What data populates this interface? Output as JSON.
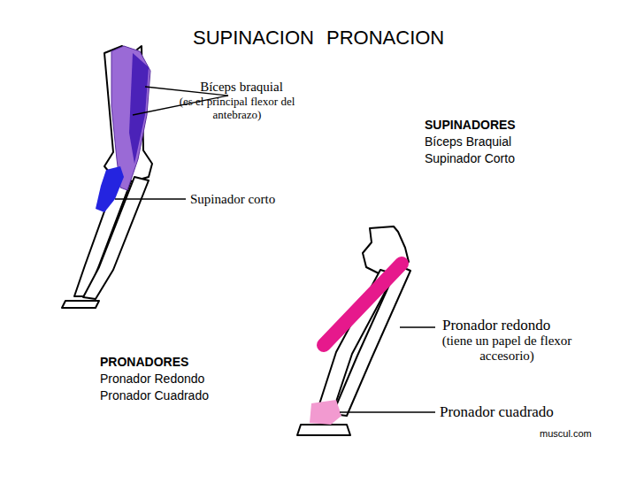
{
  "diagram": {
    "title": "SUPINACION PRONACION",
    "labels": [
      "Bíceps braquial",
      "(es el principal flexor del antebrazo)",
      "Supinador corto",
      "SUPINADORES",
      "Bíceps Braquial",
      "Supinador Corto",
      "PRONADORES",
      "Pronador Redondo",
      "Pronador Cuadrado",
      "Pronador redondo",
      "(tiene un papel de flexor accesorio)",
      "Pronador cuadrado",
      "muscul.com"
    ]
  }
}
